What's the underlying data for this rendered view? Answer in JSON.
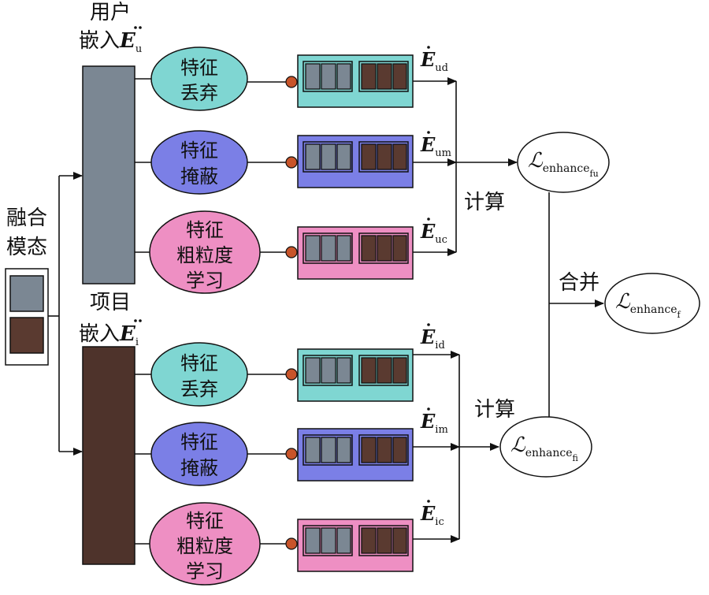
{
  "fusion": {
    "label_line1": "融合",
    "label_line2": "模态",
    "colors": [
      "#7b8793",
      "#5a3a30"
    ]
  },
  "user": {
    "label_line1": "用户",
    "label_line2_prefix": "嵌入",
    "embedding_symbol": "E",
    "embedding_subscript": "u",
    "color": "#7b8793"
  },
  "item": {
    "label_line1": "项目",
    "label_line2_prefix": "嵌入",
    "embedding_symbol": "E",
    "embedding_subscript": "i",
    "color": "#4e332b"
  },
  "operations": {
    "drop": {
      "lines": [
        "特征",
        "丢弃"
      ],
      "color": "#7fd6d2"
    },
    "mask": {
      "lines": [
        "特征",
        "掩蔽"
      ],
      "color": "#7b7fe6"
    },
    "coarse": {
      "lines": [
        "特征",
        "粗粒度",
        "学习"
      ],
      "color": "#ee8fc3"
    }
  },
  "branches": {
    "user": [
      {
        "symbol": "E",
        "subscript": "ud"
      },
      {
        "symbol": "E",
        "subscript": "um"
      },
      {
        "symbol": "E",
        "subscript": "uc"
      }
    ],
    "item": [
      {
        "symbol": "E",
        "subscript": "id"
      },
      {
        "symbol": "E",
        "subscript": "im"
      },
      {
        "symbol": "E",
        "subscript": "ic"
      }
    ]
  },
  "compute_label": "计算",
  "merge_label": "合并",
  "losses": {
    "symbol": "ℒ",
    "user": {
      "subscript": "enhance",
      "sub_subscript": "fu"
    },
    "item": {
      "subscript": "enhance",
      "sub_subscript": "fi"
    },
    "final": {
      "subscript": "enhance",
      "sub_subscript": "f"
    }
  },
  "colors": {
    "node_dot": "#c8542a",
    "cell_grey": "#7b8793",
    "cell_brown": "#5a3a30"
  }
}
